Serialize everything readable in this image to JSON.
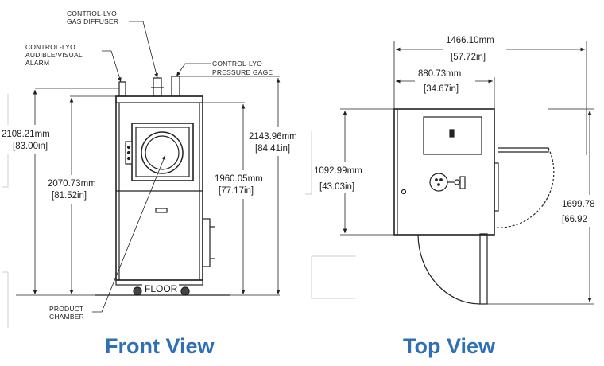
{
  "front_view": {
    "title": "Front View",
    "callouts": {
      "gas_diffuser": [
        "CONTROL-LYO",
        "GAS DIFFUSER"
      ],
      "alarm": [
        "CONTROL-LYO",
        "AUDIBLE/VISUAL",
        "ALARM"
      ],
      "pressure_gage": [
        "CONTROL-LYO",
        "PRESSURE GAGE"
      ],
      "product_chamber": [
        "PRODUCT",
        "CHAMBER"
      ],
      "floor": "FLOOR"
    },
    "dimensions": {
      "height_left_outer": [
        "2108.21mm",
        "[83.00in]"
      ],
      "height_left_inner": [
        "2070.73mm",
        "[81.52in]"
      ],
      "height_right_outer": [
        "2143.96mm",
        "[84.41in]"
      ],
      "height_right_inner": [
        "1960.05mm",
        "[77.17in]"
      ]
    }
  },
  "top_view": {
    "title": "Top View",
    "dimensions": {
      "width_overall": [
        "1466.10mm",
        "[57.72in]"
      ],
      "width_body": [
        "880.73mm",
        "[34.67in]"
      ],
      "depth_body": [
        "1092.99mm",
        "[43.03in]"
      ],
      "depth_overall": [
        "1699.78",
        "[66.92"
      ]
    }
  },
  "colors": {
    "title_blue": "#2f6fb6",
    "line": "#222222"
  }
}
